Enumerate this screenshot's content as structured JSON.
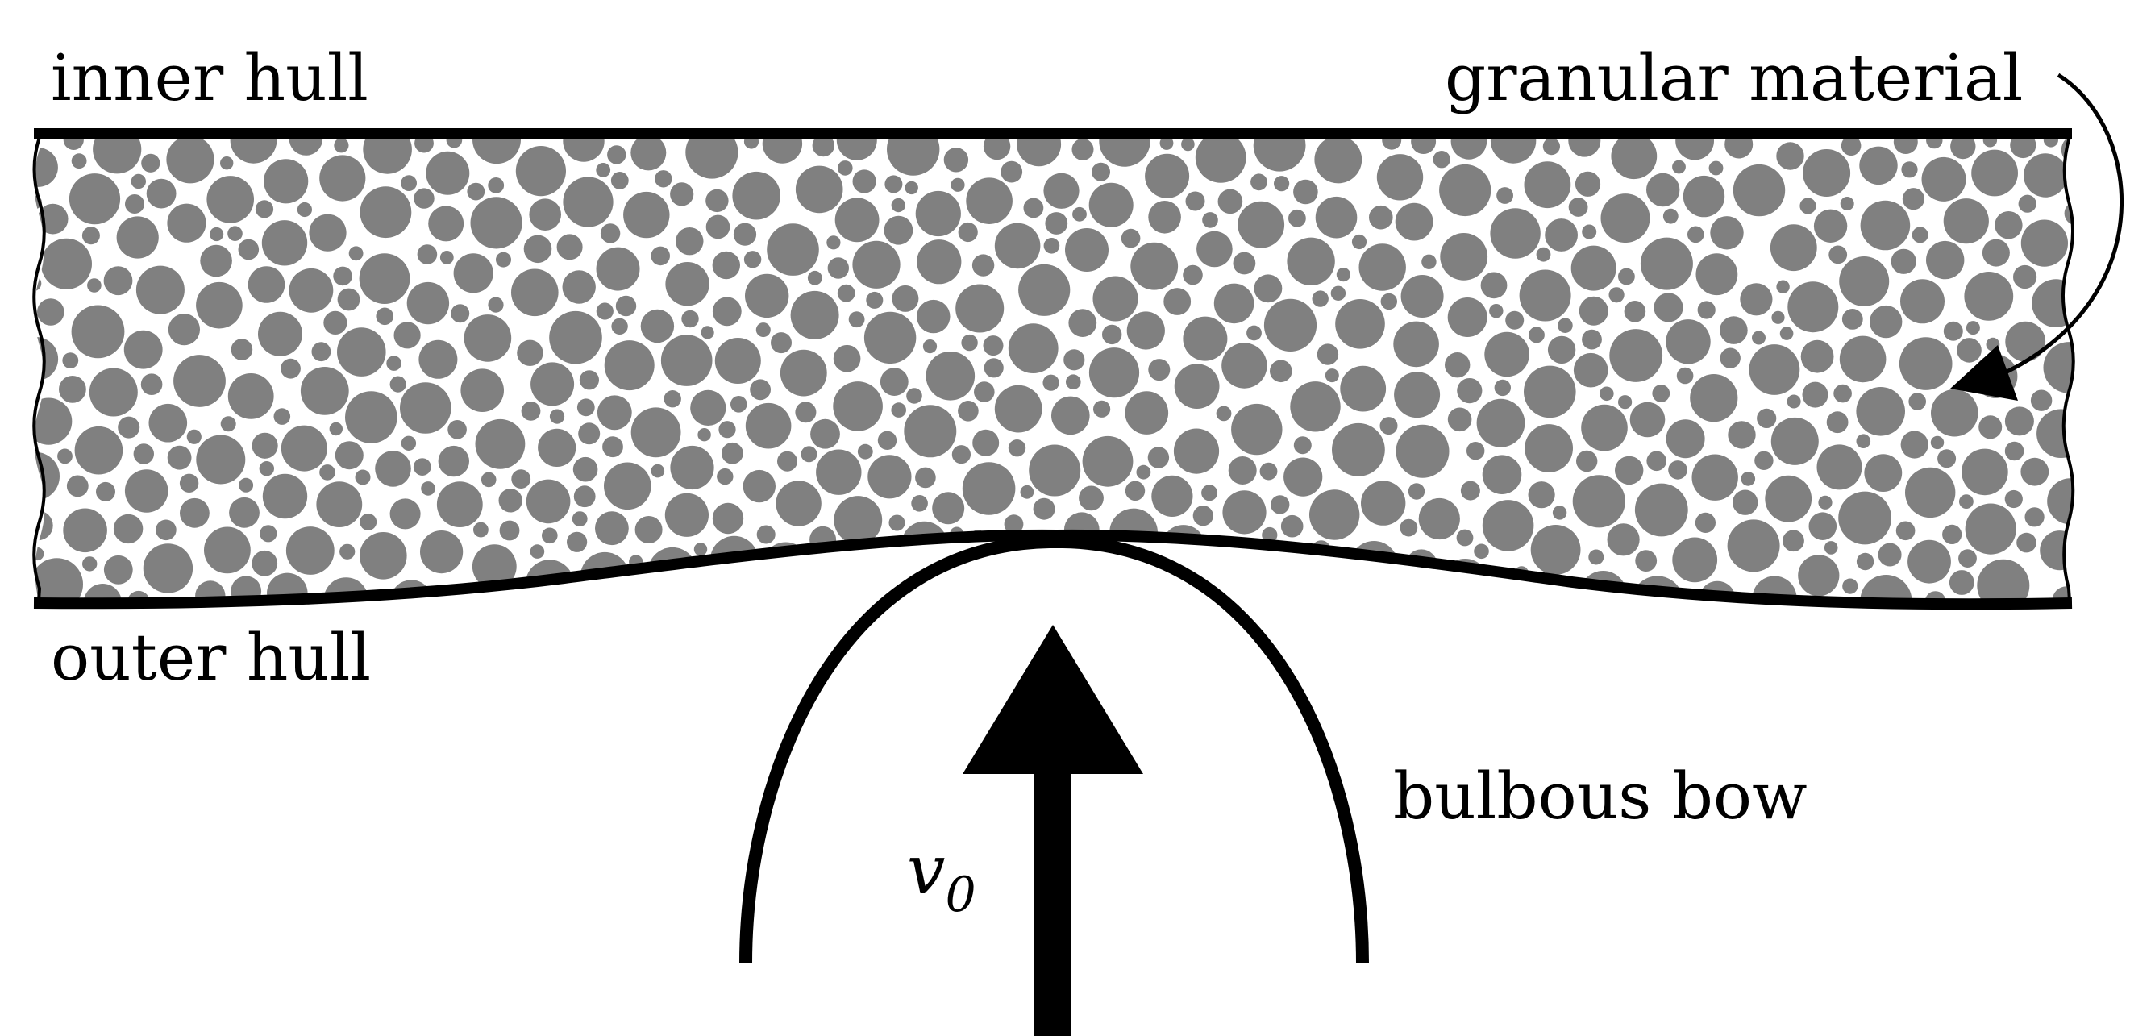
{
  "labels": {
    "inner_hull": "inner hull",
    "outer_hull": "outer hull",
    "granular_material": "granular material",
    "bulbous_bow": "bulbous bow",
    "velocity_symbol": "v",
    "velocity_subscript": "0"
  },
  "colors": {
    "background": "#ffffff",
    "stroke": "#000000",
    "granule": "#808080"
  },
  "icons": {
    "velocity_arrow": "up-arrow-icon",
    "pointer_arrow": "curved-arrow-icon"
  }
}
